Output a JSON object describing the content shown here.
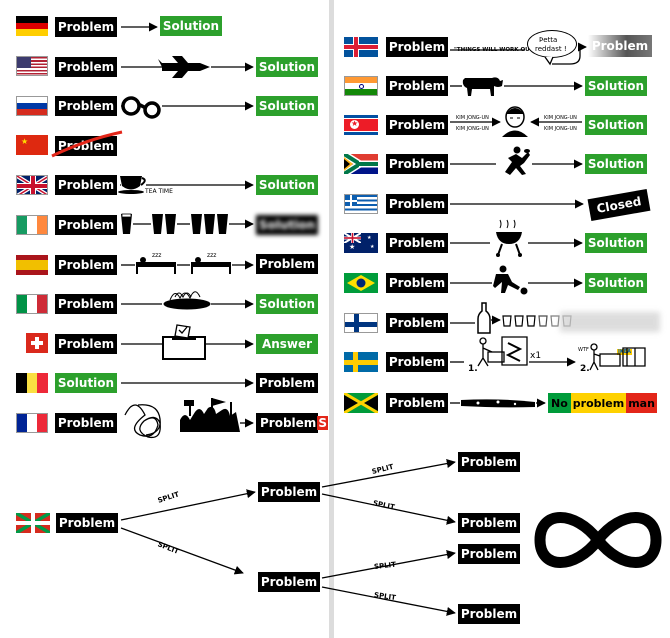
{
  "labels": {
    "problem": "Problem",
    "solution": "Solution",
    "answer": "Answer",
    "closed": "Closed",
    "problems_main": "Problem",
    "problems_s": "S",
    "tea_time": "TEA TIME",
    "split": "SPLIT",
    "things_will_work_out": "\"THINGS WILL WORK OUT...\"",
    "petta_line1": "Þetta",
    "petta_line2": "reddast !",
    "kim1": "KIM JONG-UN",
    "kim2": "KIM JONG-UN",
    "kim3": "KIM JONG-UN",
    "kim4": "KIM JONG-UN",
    "x1": "x1",
    "step1": "1.",
    "step2": "2.",
    "wtf": "WTF",
    "ikea": "IKEA",
    "jam_no": "No",
    "jam_problem": "problem",
    "jam_man": "man"
  },
  "colors": {
    "problem_bg": "#000000",
    "solution_bg": "#2ca02c",
    "text": "#ffffff"
  }
}
